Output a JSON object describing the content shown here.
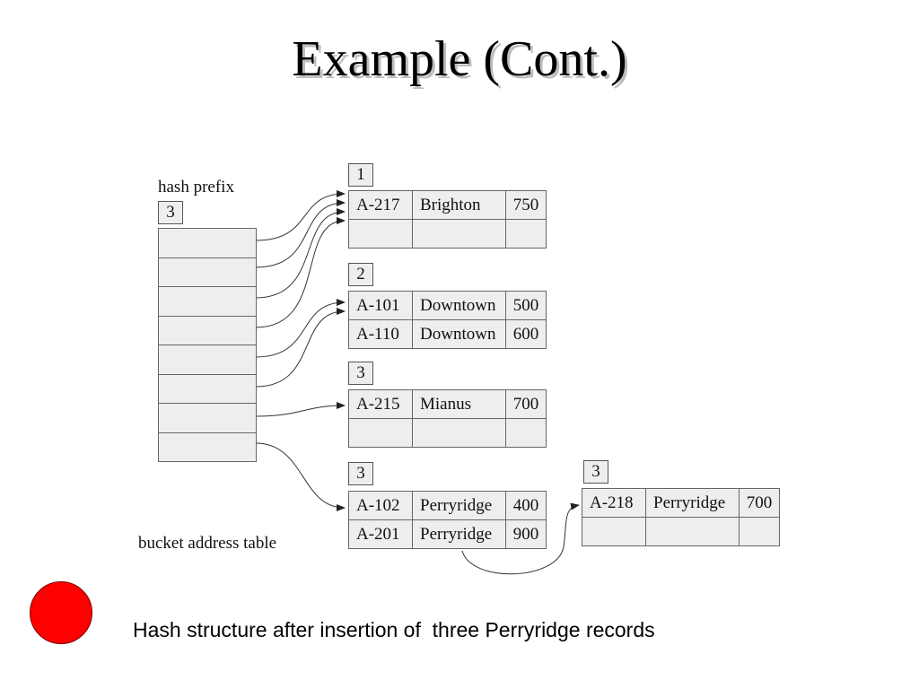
{
  "title": "Example (Cont.)",
  "hash_prefix_label": "hash prefix",
  "hash_prefix_value": "3",
  "bucket_table_label": "bucket address table",
  "buckets": [
    {
      "local_depth": "1",
      "rows": [
        [
          "A-217",
          "Brighton",
          "750"
        ],
        [
          "",
          "",
          ""
        ]
      ]
    },
    {
      "local_depth": "2",
      "rows": [
        [
          "A-101",
          "Downtown",
          "500"
        ],
        [
          "A-110",
          "Downtown",
          "600"
        ]
      ]
    },
    {
      "local_depth": "3",
      "rows": [
        [
          "A-215",
          "Mianus",
          "700"
        ],
        [
          "",
          "",
          ""
        ]
      ]
    },
    {
      "local_depth": "3",
      "rows": [
        [
          "A-102",
          "Perryridge",
          "400"
        ],
        [
          "A-201",
          "Perryridge",
          "900"
        ]
      ]
    }
  ],
  "overflow_bucket": {
    "local_depth": "3",
    "rows": [
      [
        "A-218",
        "Perryridge",
        "700"
      ],
      [
        "",
        "",
        ""
      ]
    ]
  },
  "caption": "Hash structure after insertion of  three Perryridge records",
  "colors": {
    "bullet": "#ff0000",
    "cell_fill": "#eeeeee"
  }
}
